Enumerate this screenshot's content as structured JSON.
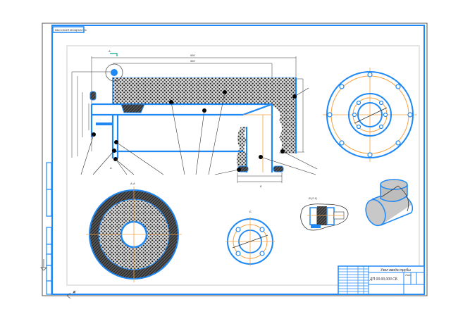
{
  "sheet": {
    "corner_stamp": "ВЫСОКАЯ МОЩНОСТЬ",
    "colors": {
      "outline": "#1e88f5",
      "axis": "#f5a040",
      "frame": "#555555",
      "hatch": "#333333"
    }
  },
  "views": {
    "section_a": "А-А",
    "view_b": "Б",
    "detail_c": "В (2:1)"
  },
  "title_block": {
    "name": "Узел ввода трубы",
    "designation": "ДП 00.00.000 СБ",
    "sheet_mark": "Лит."
  },
  "markers": {
    "section_mark_top": "А",
    "section_mark_bottom": "А",
    "view_mark": "Б"
  }
}
